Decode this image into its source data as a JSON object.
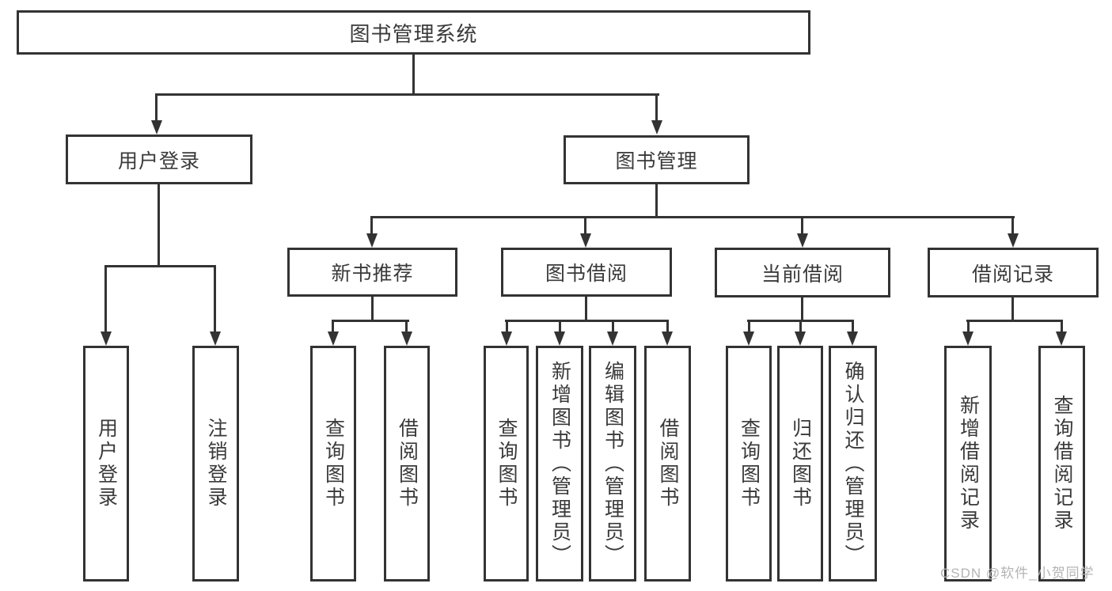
{
  "tree": {
    "label": "图书管理系统",
    "children": [
      {
        "label": "用户登录",
        "children": [
          {
            "label": "用户登录"
          },
          {
            "label": "注销登录"
          }
        ]
      },
      {
        "label": "图书管理",
        "children": [
          {
            "label": "新书推荐",
            "children": [
              {
                "label": "查询图书"
              },
              {
                "label": "借阅图书"
              }
            ]
          },
          {
            "label": "图书借阅",
            "children": [
              {
                "label": "查询图书"
              },
              {
                "label": "新增图书（管理员）"
              },
              {
                "label": "编辑图书（管理员）"
              },
              {
                "label": "借阅图书"
              }
            ]
          },
          {
            "label": "当前借阅",
            "children": [
              {
                "label": "查询图书"
              },
              {
                "label": "归还图书"
              },
              {
                "label": "确认归还（管理员）"
              }
            ]
          },
          {
            "label": "借阅记录",
            "children": [
              {
                "label": "新增借阅记录"
              },
              {
                "label": "查询借阅记录"
              }
            ]
          }
        ]
      }
    ]
  },
  "watermark": {
    "text": "CSDN @软件_小贺同学"
  },
  "colors": {
    "line": "#333333",
    "box_border": "#333333",
    "text": "#3a3a3a",
    "watermark": "#b4b4b4",
    "background": "#ffffff"
  }
}
